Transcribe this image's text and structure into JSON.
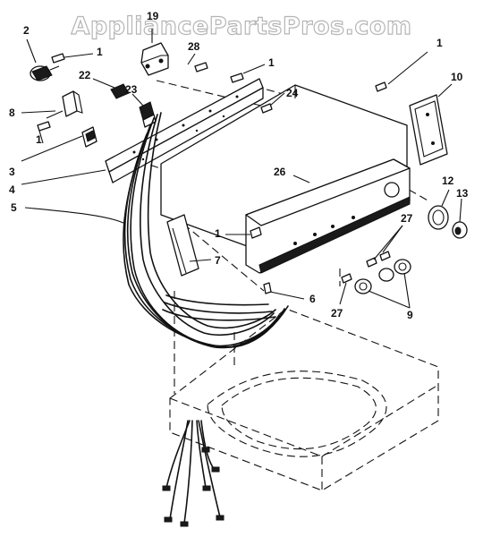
{
  "watermark": "AppliancePartsPros.com",
  "callouts": [
    {
      "id": "c-2",
      "label": "2"
    },
    {
      "id": "c-19",
      "label": "19"
    },
    {
      "id": "c-1a",
      "label": "1"
    },
    {
      "id": "c-28",
      "label": "28"
    },
    {
      "id": "c-1b",
      "label": "1"
    },
    {
      "id": "c-1c",
      "label": "1"
    },
    {
      "id": "c-22",
      "label": "22"
    },
    {
      "id": "c-23",
      "label": "23"
    },
    {
      "id": "c-24",
      "label": "24"
    },
    {
      "id": "c-10",
      "label": "10"
    },
    {
      "id": "c-8",
      "label": "8"
    },
    {
      "id": "c-1d",
      "label": "1"
    },
    {
      "id": "c-3",
      "label": "3"
    },
    {
      "id": "c-4",
      "label": "4"
    },
    {
      "id": "c-26",
      "label": "26"
    },
    {
      "id": "c-12",
      "label": "12"
    },
    {
      "id": "c-13",
      "label": "13"
    },
    {
      "id": "c-5",
      "label": "5"
    },
    {
      "id": "c-27a",
      "label": "27"
    },
    {
      "id": "c-1e",
      "label": "1"
    },
    {
      "id": "c-7",
      "label": "7"
    },
    {
      "id": "c-6",
      "label": "6"
    },
    {
      "id": "c-27b",
      "label": "27"
    },
    {
      "id": "c-9",
      "label": "9"
    }
  ]
}
